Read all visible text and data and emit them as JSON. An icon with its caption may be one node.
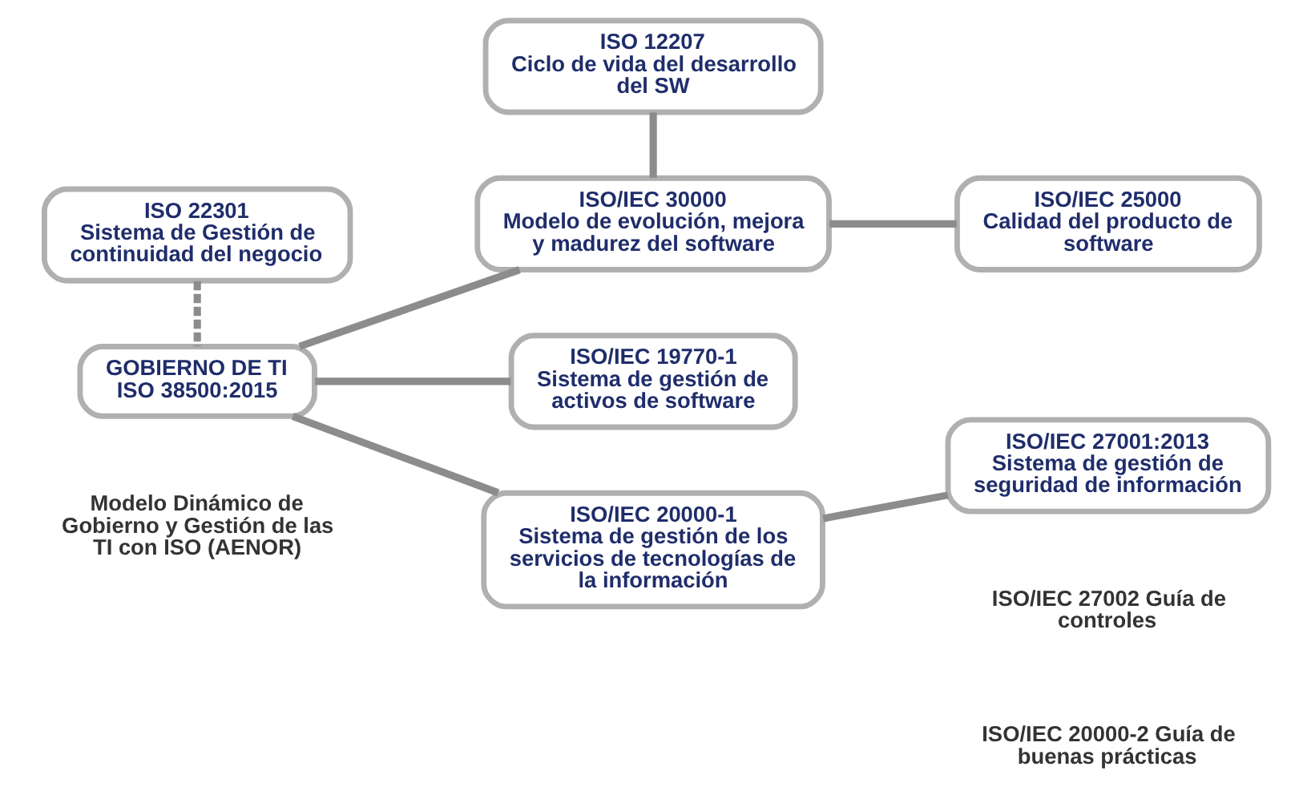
{
  "diagram": {
    "nodes": [
      {
        "text": [
          "ISO 12207",
          "Ciclo de vida del desarrollo del SW"
        ]
      },
      {
        "text": [
          "ISO 22301",
          "Sistema de Gestión de continuidad del negocio"
        ]
      },
      {
        "text": [
          "ISO/IEC 30000",
          "Modelo de evolución, mejora y madurez del software"
        ]
      },
      {
        "text": [
          "ISO/IEC 25000",
          "Calidad del producto de software"
        ]
      },
      {
        "text": [
          "GOBIERNO DE TI",
          "ISO 38500:2015"
        ]
      },
      {
        "text": [
          "ISO/IEC 19770-1",
          "Sistema de gestión de activos de software"
        ]
      },
      {
        "text": [
          "ISO/IEC 20000-1",
          "Sistema de gestión de los servicios de tecnologías de la información"
        ]
      },
      {
        "text": [
          "ISO/IEC 27001:2013",
          "Sistema de gestión de seguridad de información"
        ]
      }
    ],
    "edges": [
      {
        "from": 0,
        "to": 2,
        "arrow": "none"
      },
      {
        "from": 1,
        "to": 4,
        "arrow": "none",
        "style": "dashed"
      },
      {
        "from": 4,
        "to": 2,
        "arrow": "none"
      },
      {
        "from": 4,
        "to": 5,
        "arrow": "none"
      },
      {
        "from": 4,
        "to": 6,
        "arrow": "none"
      },
      {
        "from": 2,
        "to": 3,
        "arrow": "none"
      },
      {
        "from": 6,
        "to": 7,
        "arrow": "none"
      }
    ],
    "labels": [
      "Modelo Dinámico de Gobierno y Gestión de las TI con ISO (AENOR)",
      "ISO/IEC 20000-2 Guía de buenas prácticas",
      "ISO/IEC 27002 Guía de controles"
    ]
  }
}
